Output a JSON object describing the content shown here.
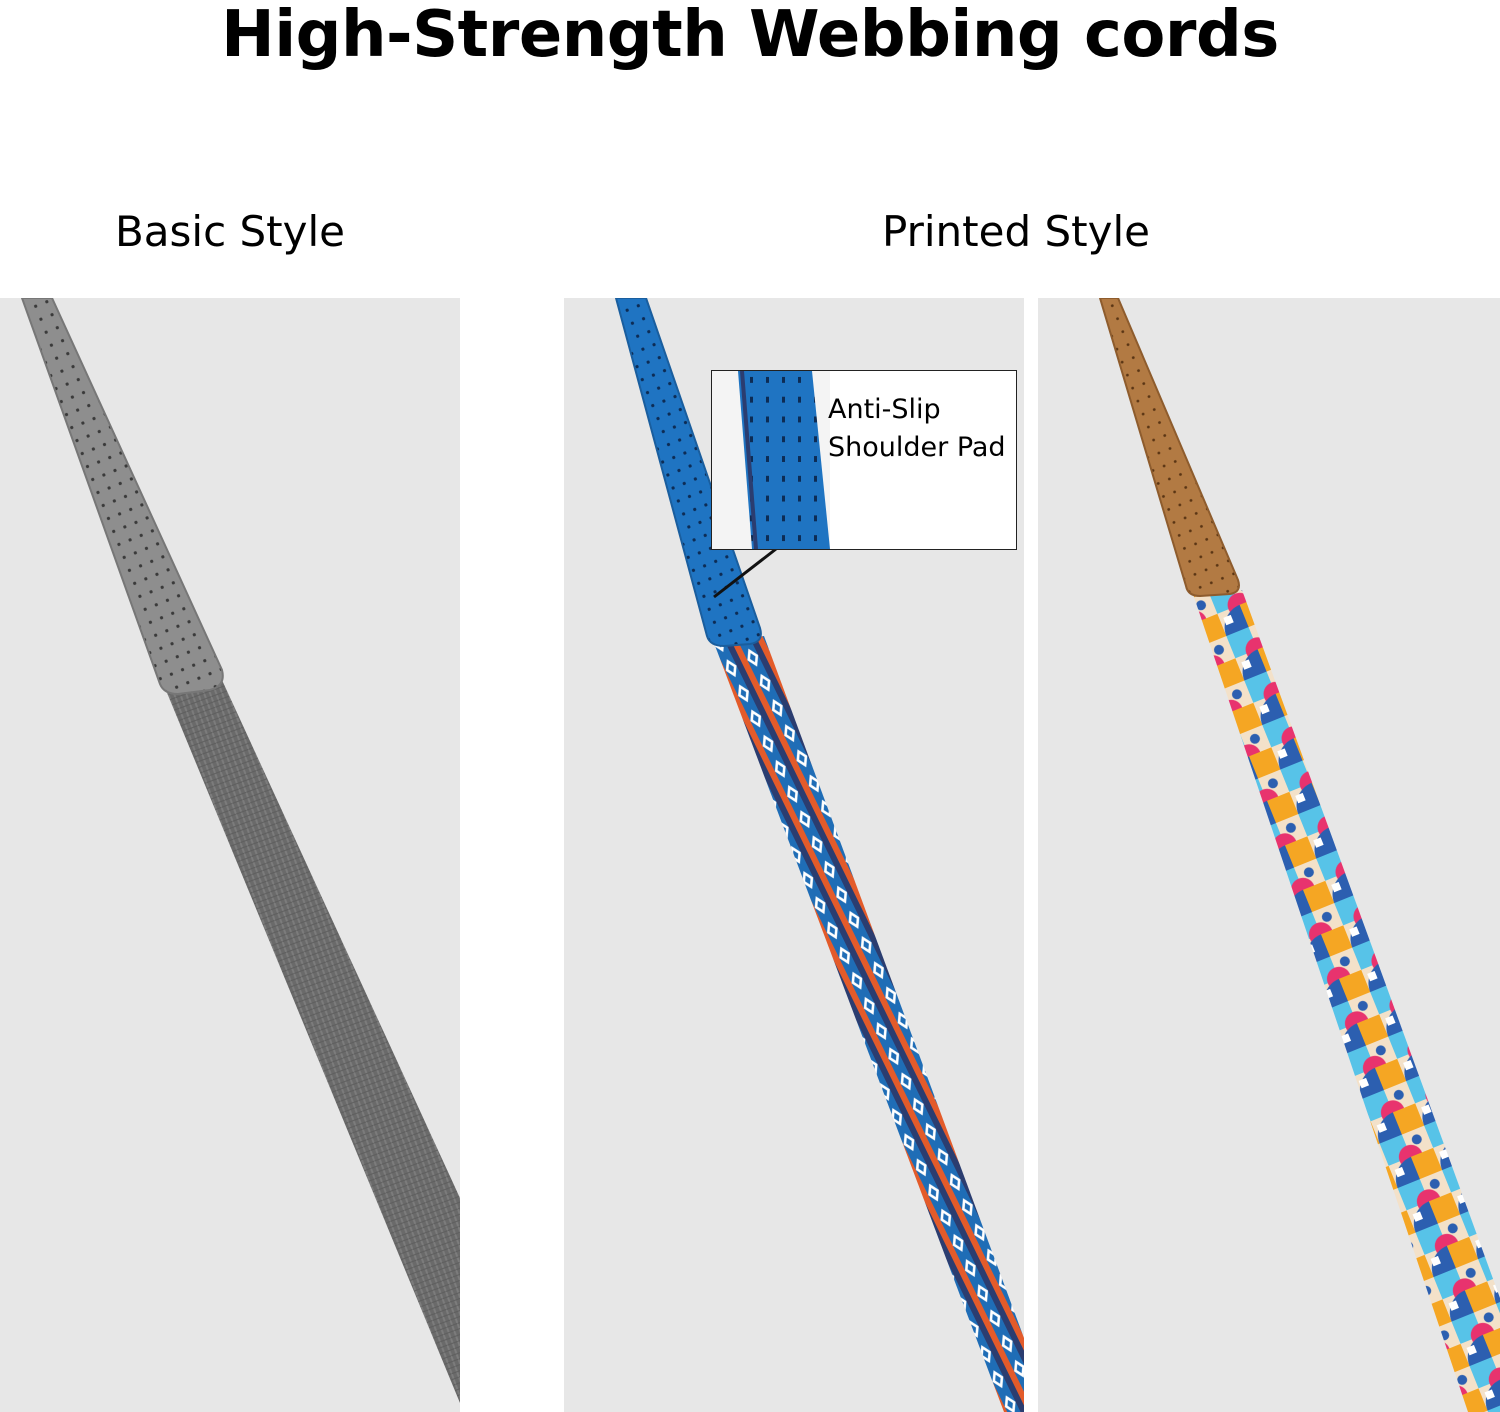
{
  "header": {
    "title": "High-Strength Webbing cords"
  },
  "sections": {
    "basic_label": "Basic Style",
    "printed_label": "Printed Style"
  },
  "callout": {
    "line1": "Anti-Slip",
    "line2": "Shoulder Pad"
  },
  "colors": {
    "panel_bg": "#e7e7e7",
    "gray_strap": "#6f6f6f",
    "gray_pad": "#8d8d8d",
    "blue_strap": "#1e6fb8",
    "orange_accent": "#e5582a",
    "brown_pad": "#b27a43",
    "pink_accent": "#e8336e",
    "yellow_accent": "#f5a623",
    "cyan_accent": "#57c3e8"
  }
}
